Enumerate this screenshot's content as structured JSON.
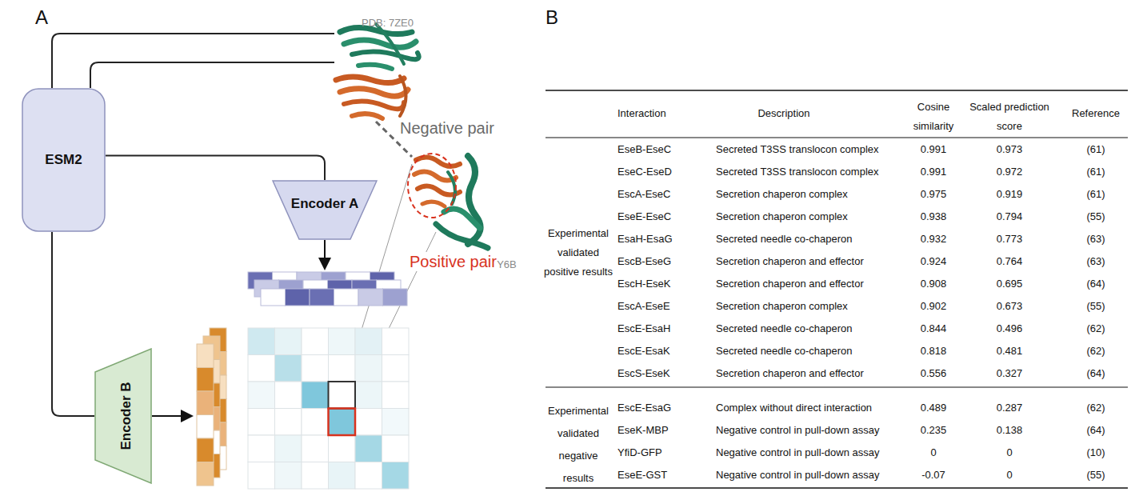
{
  "diagram": {
    "nodes": [
      {
        "text": [
          "ESM2"
        ]
      },
      {
        "text": [
          "Encoder A"
        ]
      },
      {
        "text": [
          "Encoder B"
        ]
      }
    ],
    "edges": [
      {
        "from": 0,
        "to": 1,
        "arrow": "none"
      },
      {
        "from": 0,
        "to": 2,
        "arrow": "none"
      }
    ],
    "labels": [
      "A",
      "PDB: 7ZE0",
      "Negative pair",
      "PDB: 7Y6B",
      "Positive pair",
      "B",
      "Interaction",
      "Description",
      "Cosine similarity",
      "Scaled prediction score",
      "Reference",
      "Experimental validated positive results",
      "EseB-EseC",
      "Secreted T3SS translocon complex",
      "0.991",
      "0.973",
      "(61)",
      "EseC-EseD",
      "Secreted T3SS translocon complex",
      "0.991",
      "0.972",
      "(61)",
      "EscA-EseC",
      "Secretion chaperon complex",
      "0.975",
      "0.919",
      "(61)",
      "EseE-EseC",
      "Secretion chaperon complex",
      "0.938",
      "0.794",
      "(55)",
      "EsaH-EsaG",
      "Secreted needle co-chaperon",
      "0.932",
      "0.773",
      "(63)",
      "EscB-EseG",
      "Secretion chaperon and effector",
      "0.924",
      "0.764",
      "(63)",
      "EscH-EseK",
      "Secretion chaperon and effector",
      "0.908",
      "0.695",
      "(64)",
      "EscA-EseE",
      "Secretion chaperon complex",
      "0.902",
      "0.673",
      "(55)",
      "EscE-EsaH",
      "Secreted needle co-chaperon",
      "0.844",
      "0.496",
      "(62)",
      "EscE-EsaK",
      "Secreted needle co-chaperon",
      "0.818",
      "0.481",
      "(62)",
      "EscS-EseK",
      "Secretion chaperon and effector",
      "0.556",
      "0.327",
      "(64)",
      "Experimental validated negative results",
      "EscE-EsaG",
      "Complex without direct interaction",
      "0.489",
      "0.287",
      "(62)",
      "EseK-MBP",
      "Negative control in pull-down assay",
      "0.235",
      "0.138",
      "(64)",
      "YfiD-GFP",
      "Negative control in pull-down assay",
      "0",
      "0",
      "(10)",
      "EseE-GST",
      "Negative control in pull-down assay",
      "-0.07",
      "0",
      "(55)"
    ]
  }
}
